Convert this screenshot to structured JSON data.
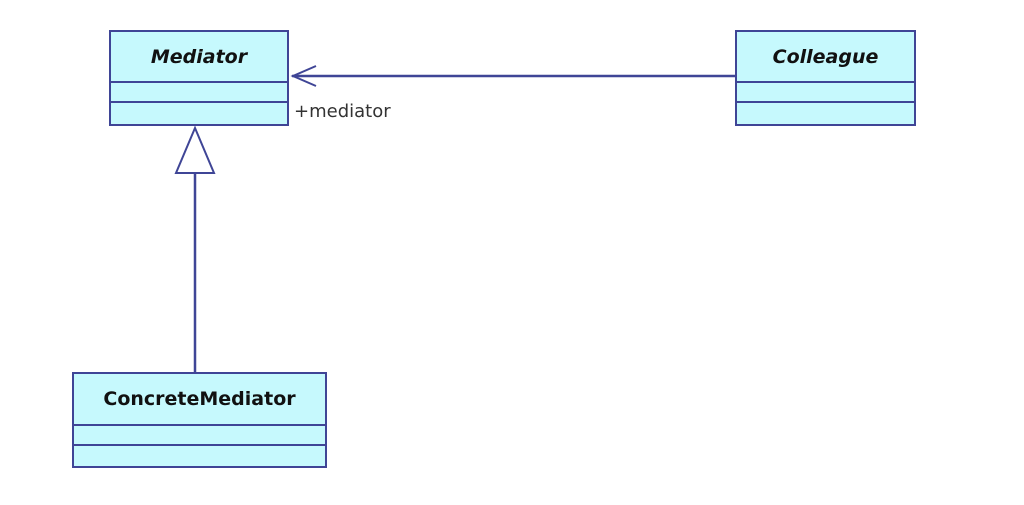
{
  "diagram": {
    "type": "UML class diagram",
    "classes": {
      "mediator": {
        "name": "Mediator",
        "abstract": true
      },
      "colleague": {
        "name": "Colleague",
        "abstract": true
      },
      "concrete_mediator": {
        "name": "ConcreteMediator",
        "abstract": false
      }
    },
    "relationships": [
      {
        "kind": "association",
        "from": "Colleague",
        "to": "Mediator",
        "navigable_end": "Mediator",
        "role": "+mediator"
      },
      {
        "kind": "generalization",
        "from": "ConcreteMediator",
        "to": "Mediator"
      }
    ]
  },
  "colors": {
    "class_fill": "#c6f9fd",
    "class_border": "#3f4596",
    "line": "#3f4596",
    "text": "#111111"
  }
}
